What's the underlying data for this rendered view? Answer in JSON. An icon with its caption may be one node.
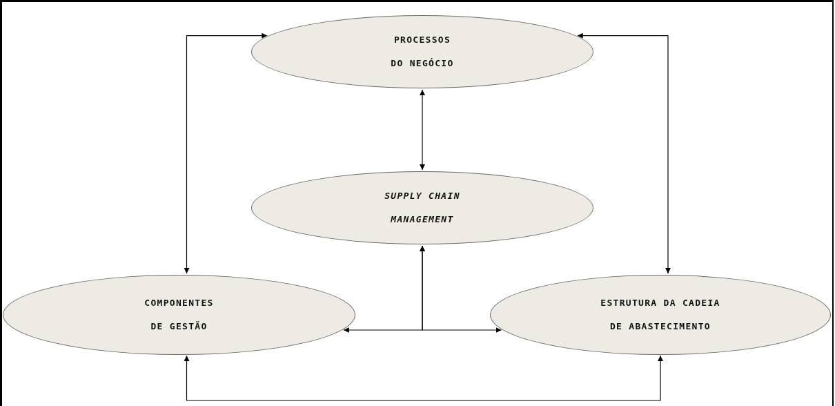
{
  "diagram": {
    "nodes": [
      {
        "text": [
          "PROCESSOS DO NEGÓCIO"
        ]
      },
      {
        "text": [
          "SUPPLY CHAIN MANAGEMENT"
        ]
      },
      {
        "text": [
          "COMPONENTES DE GESTÃO"
        ]
      },
      {
        "text": [
          "ESTRUTURA DA CADEIA DE ABASTECIMENTO"
        ]
      }
    ],
    "edges": [
      {
        "from": 0,
        "to": 2,
        "arrow": "both"
      },
      {
        "from": 0,
        "to": 3,
        "arrow": "both"
      },
      {
        "from": 0,
        "to": 1,
        "arrow": "both"
      },
      {
        "from": 2,
        "to": 3,
        "arrow": "both"
      },
      {
        "from": 1,
        "to": 2,
        "arrow": "both"
      },
      {
        "from": 1,
        "to": 3,
        "arrow": "both"
      }
    ]
  }
}
